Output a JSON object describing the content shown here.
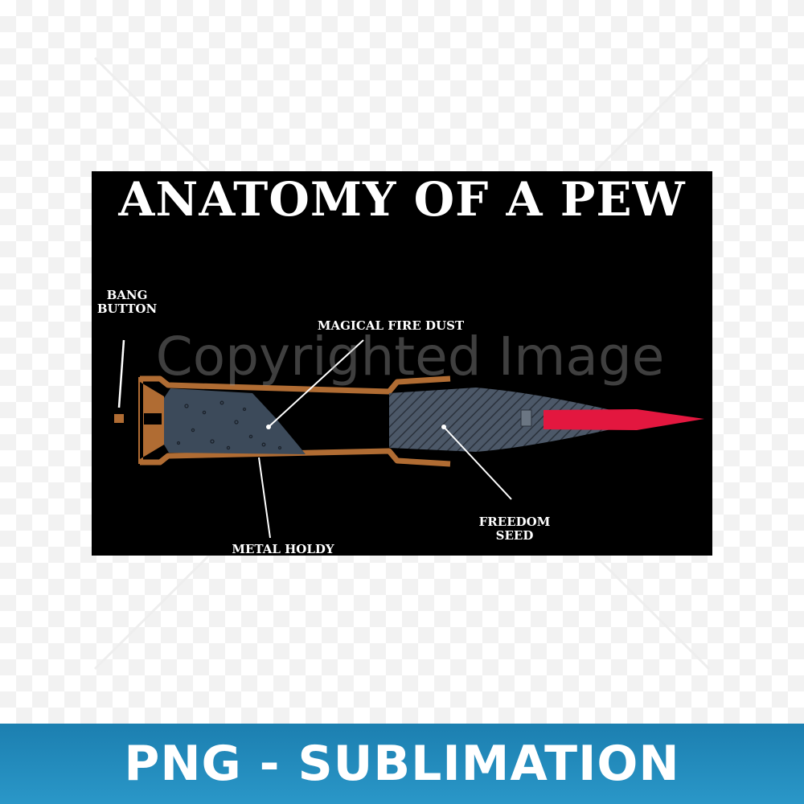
{
  "title": "ANATOMY OF A PEW",
  "labels": {
    "bang_button_line1": "BANG",
    "bang_button_line2": "BUTTON",
    "fire_dust": "MAGICAL FIRE DUST",
    "freedom_seed_line1": "FREEDOM",
    "freedom_seed_line2": "SEED",
    "metal_holdy": "METAL HOLDY"
  },
  "watermark": "Copyrighted Image",
  "banner": "PNG - SUBLIMATION",
  "colors": {
    "background": "#000000",
    "casing": "#b06c33",
    "powder": "#3c4a5a",
    "bullet": "#4c5868",
    "tip": "#e3173f",
    "banner": "#1f86b8",
    "label": "#ffffff"
  }
}
